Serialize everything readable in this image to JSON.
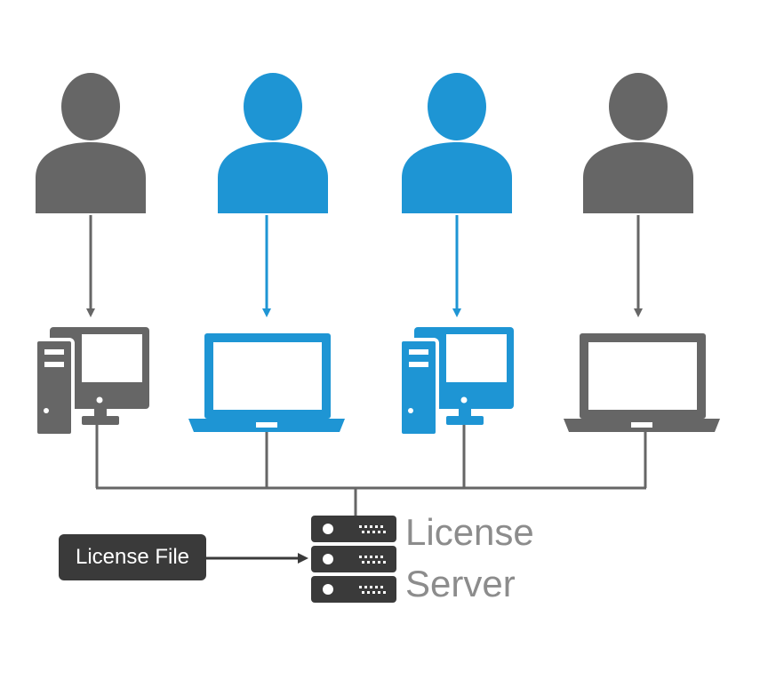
{
  "license_file": {
    "label": "License File",
    "color": "#3a3a3a"
  },
  "license_server": {
    "label_line1": "License",
    "label_line2": "Server",
    "label_color": "#8c8c8c",
    "icon": "server-rack-icon"
  },
  "colors": {
    "gray": "#666666",
    "blue": "#1e95d4",
    "dark": "#3a3a3a"
  },
  "nodes": [
    {
      "user_icon": "user-icon",
      "user_color": "gray",
      "device": "desktop-computer-icon",
      "device_color": "gray"
    },
    {
      "user_icon": "user-icon",
      "user_color": "blue",
      "device": "laptop-icon",
      "device_color": "blue"
    },
    {
      "user_icon": "user-icon",
      "user_color": "blue",
      "device": "desktop-computer-icon",
      "device_color": "blue"
    },
    {
      "user_icon": "user-icon",
      "user_color": "gray",
      "device": "laptop-icon",
      "device_color": "gray"
    }
  ]
}
